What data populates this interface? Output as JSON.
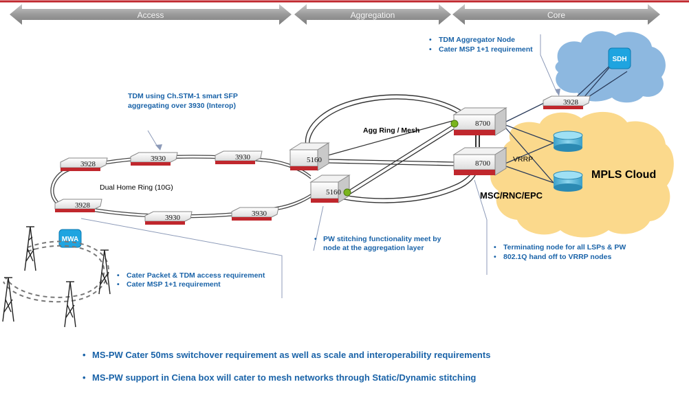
{
  "phases": {
    "access": "Access",
    "aggregation": "Aggregation",
    "core": "Core"
  },
  "nodes": {
    "n3928_left": "3928",
    "n3930_top": "3930",
    "n3930_top_right": "3930",
    "n3928_bottom_left": "3928",
    "n3930_bottom": "3930",
    "n3930_bottom_right": "3930",
    "n5160_top": "5160",
    "n5160_bottom": "5160",
    "n8700_top": "8700",
    "n8700_bottom": "8700",
    "n3928_core": "3928",
    "sdh": "SDH",
    "mwa": "MWA"
  },
  "labels": {
    "dual_home_ring": "Dual Home  Ring  (10G)",
    "agg_ring": "Agg Ring / Mesh",
    "vrrp": "VRRP",
    "mpls_cloud": "MPLS Cloud",
    "msc": "MSC/RNC/EPC"
  },
  "callouts": {
    "tdm_stm": [
      "TDM using Ch.STM-1 smart SFP",
      "aggregating over 3930 (Interop)"
    ],
    "tdm_aggregator": [
      "TDM Aggregator Node",
      "Cater MSP 1+1 requirement"
    ],
    "access_req": [
      "Cater Packet & TDM access requirement",
      "Cater MSP 1+1 requirement"
    ],
    "pw_stitching": [
      "PW stitching functionality meet by",
      "node  at the aggregation layer"
    ],
    "terminating": [
      "Terminating node for all LSPs & PW",
      "802.1Q hand off to VRRP nodes"
    ]
  },
  "bullet_glyph": "•",
  "notes": [
    "MS-PW Cater 50ms switchover requirement as well as scale and interoperability requirements",
    "MS-PW support in Ciena box will cater to mesh networks through Static/Dynamic stitching"
  ],
  "colors": {
    "accent_red": "#c0272d",
    "callout_blue": "#1a63a8",
    "mpls_cloud": "#fbd98c",
    "sdh_cloud": "#8db8e0",
    "stitch_point": "#7ab51d"
  }
}
